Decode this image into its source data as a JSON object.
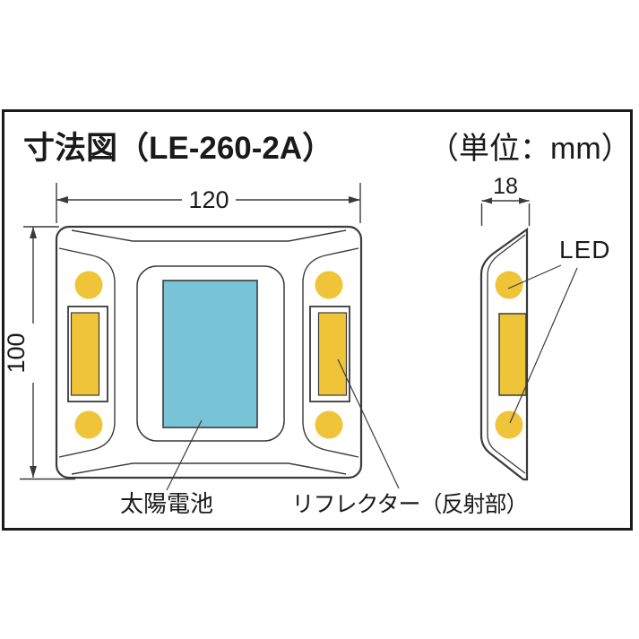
{
  "diagram": {
    "title": "寸法図（LE-260-2A）",
    "unit_note": "（単位：mm）"
  },
  "front_view": {
    "width_mm": "120",
    "height_mm": "100",
    "labels": {
      "solar_cell": "太陽電池",
      "reflector": "リフレクター（反射部）"
    }
  },
  "side_view": {
    "depth_mm": "18",
    "labels": {
      "led": "LED"
    }
  },
  "colors": {
    "yellow": "#f0c438",
    "blue": "#79c3d6",
    "line": "#3a3a3a",
    "frame": "#1a1a1a"
  }
}
